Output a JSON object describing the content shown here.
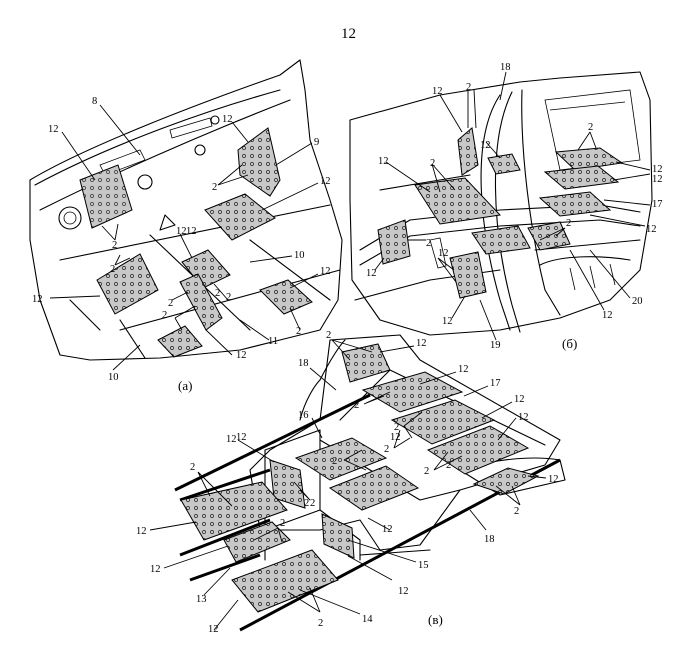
{
  "figure_number": "12",
  "subfigures": [
    {
      "id": "a",
      "caption": "(а)"
    },
    {
      "id": "b",
      "caption": "(б)"
    },
    {
      "id": "c",
      "caption": "(в)"
    }
  ],
  "callouts_a": [
    "8",
    "12",
    "12",
    "2",
    "9",
    "12",
    "2",
    "12",
    "2",
    "12",
    "10",
    "12",
    "2",
    "2",
    "12",
    "2",
    "11",
    "2",
    "2",
    "10",
    "12"
  ],
  "callouts_b": [
    "18",
    "12",
    "2",
    "12",
    "2",
    "12",
    "2",
    "12",
    "12",
    "12",
    "2",
    "17",
    "12",
    "2",
    "12",
    "12",
    "19",
    "20",
    "12"
  ],
  "callouts_c": [
    "2",
    "12",
    "18",
    "12",
    "2",
    "17",
    "12",
    "16",
    "12",
    "2",
    "12",
    "2",
    "2",
    "2",
    "2",
    "2",
    "2",
    "12",
    "12",
    "12",
    "2",
    "12",
    "12",
    "2",
    "12",
    "2",
    "18",
    "13",
    "15",
    "12",
    "14",
    "12",
    "2"
  ]
}
